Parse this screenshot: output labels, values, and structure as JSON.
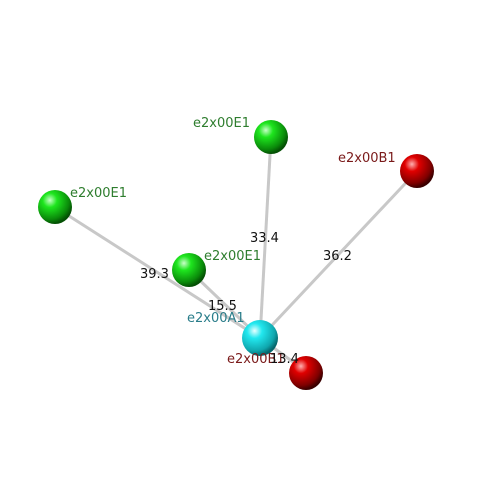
{
  "colors": {
    "background": "#ffffff",
    "green_atom": "#1ee61e",
    "red_atom": "#e00000",
    "cyan_atom": "#22e8ef",
    "green_label": "#2e7d2e",
    "red_label": "#7a1a1a",
    "cyan_label": "#2a7d8a",
    "bond": "#c8c8c8",
    "distance_label": "#111111"
  },
  "atoms": {
    "center": {
      "label": "e2x00A1",
      "color": "cyan"
    },
    "green_top": {
      "label": "e2x00E1",
      "color": "green"
    },
    "green_left": {
      "label": "e2x00E1",
      "color": "green"
    },
    "green_middle": {
      "label": "e2x00E1",
      "color": "green"
    },
    "red_right": {
      "label": "e2x00B1",
      "color": "red"
    },
    "red_near": {
      "label": "e2x00B1",
      "color": "red"
    }
  },
  "distances": {
    "center_to_green_top": "33.4",
    "center_to_red_right": "36.2",
    "center_to_green_left": "39.3",
    "center_to_green_middle": "15.5",
    "center_to_red_near": "13.4"
  }
}
